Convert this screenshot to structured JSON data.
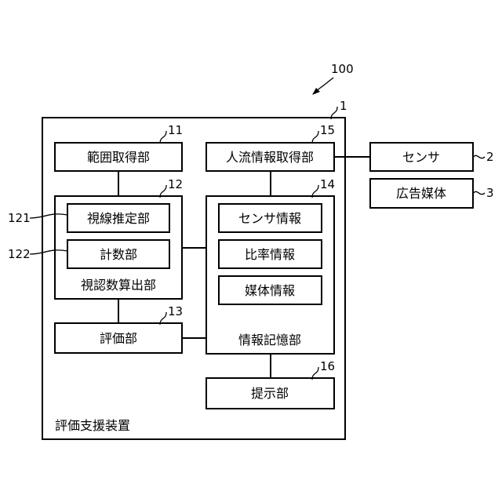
{
  "system": {
    "label": "評価支援装置",
    "ref": "1"
  },
  "figure_ref": "100",
  "blocks": {
    "range_acquisition": {
      "label": "範囲取得部",
      "ref": "11"
    },
    "view_count_calc": {
      "label": "視認数算出部",
      "ref": "12"
    },
    "gaze_estimation": {
      "label": "視線推定部",
      "ref": "121"
    },
    "counter": {
      "label": "計数部",
      "ref": "122"
    },
    "evaluation": {
      "label": "評価部",
      "ref": "13"
    },
    "flow_acquisition": {
      "label": "人流情報取得部",
      "ref": "15"
    },
    "info_storage": {
      "label": "情報記憶部",
      "ref": "14"
    },
    "sensor_info": {
      "label": "センサ情報"
    },
    "ratio_info": {
      "label": "比率情報"
    },
    "media_info": {
      "label": "媒体情報"
    },
    "presentation": {
      "label": "提示部",
      "ref": "16"
    }
  },
  "external": {
    "sensor": {
      "label": "センサ",
      "ref": "2"
    },
    "ad_media": {
      "label": "広告媒体",
      "ref": "3"
    }
  }
}
